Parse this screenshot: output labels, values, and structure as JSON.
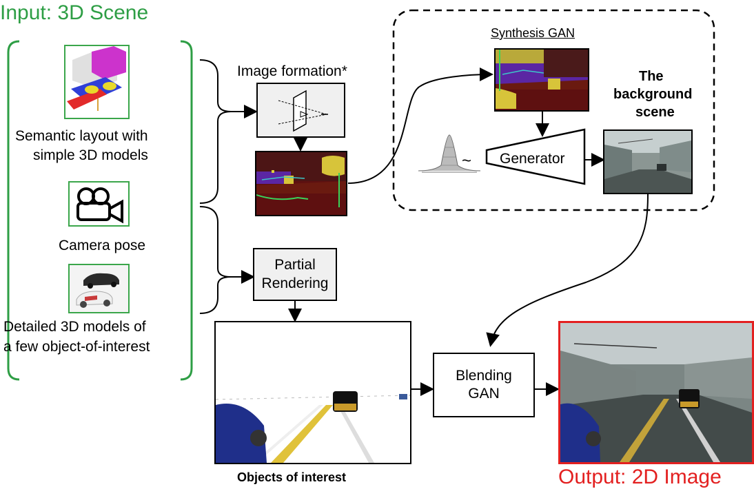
{
  "input": {
    "title": "Input: 3D Scene",
    "semantic_caption_1": "Semantic layout with",
    "semantic_caption_2": "simple 3D models",
    "camera_caption": "Camera pose",
    "detailed_caption_1": "Detailed 3D models of",
    "detailed_caption_2": "a few object-of-interest"
  },
  "image_formation": {
    "label": "Image formation*"
  },
  "synthesis": {
    "title": "Synthesis GAN",
    "generator_label": "Generator",
    "tilde": "~"
  },
  "background": {
    "line1": "The",
    "line2": "background",
    "line3": "scene"
  },
  "partial_rendering": {
    "line1": "Partial",
    "line2": "Rendering"
  },
  "objects": {
    "label": "Objects of interest"
  },
  "blending": {
    "line1": "Blending",
    "line2": "GAN"
  },
  "output": {
    "title": "Output: 2D Image"
  },
  "colors": {
    "input_green": "#2e9e45",
    "output_red": "#e32020",
    "stroke": "#000000"
  }
}
